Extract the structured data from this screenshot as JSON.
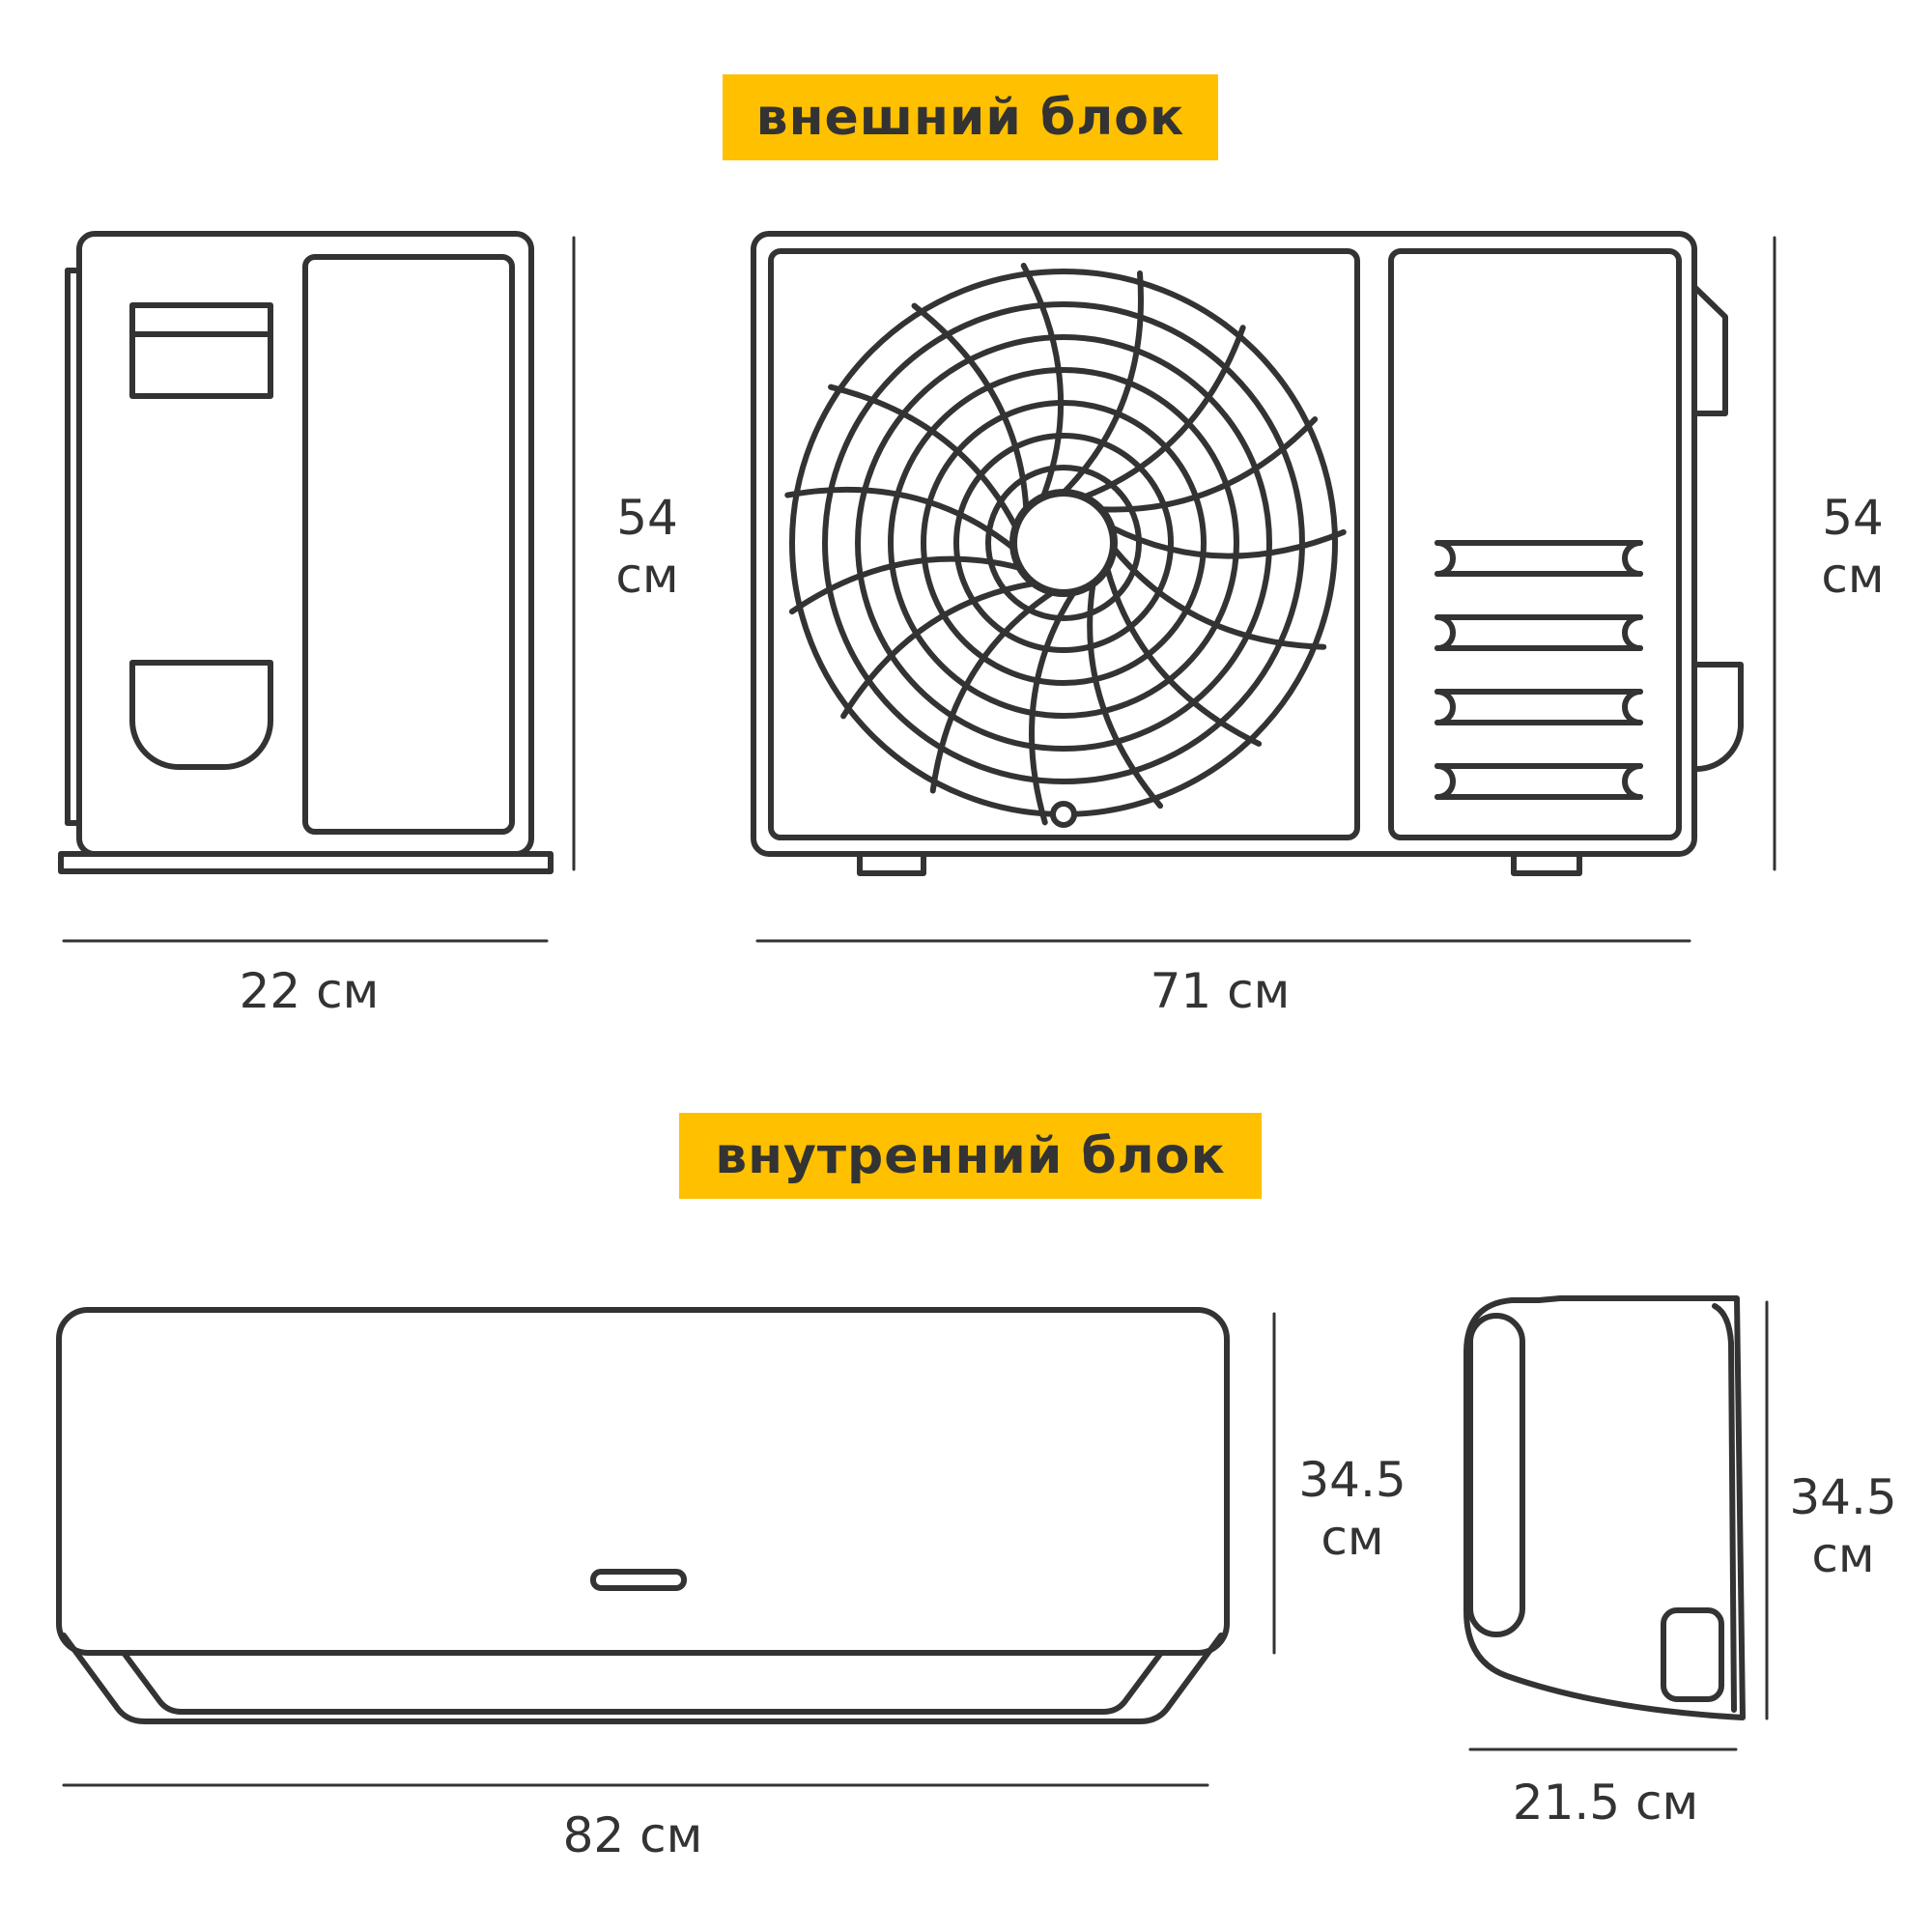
{
  "colors": {
    "line": "#333333",
    "accent": "#FFC000",
    "background": "#ffffff"
  },
  "outdoor": {
    "title": "внешний блок",
    "side_width": "22 см",
    "side_height_value": "54",
    "side_height_unit": "см",
    "front_width": "71 см",
    "front_height_value": "54",
    "front_height_unit": "см"
  },
  "indoor": {
    "title": "внутренний блок",
    "front_width": "82 см",
    "front_height_value": "34.5",
    "front_height_unit": "см",
    "side_width": "21.5 см",
    "side_height_value": "34.5",
    "side_height_unit": "см"
  },
  "icons": [
    "fan-grille-icon",
    "service-valve-icon"
  ]
}
